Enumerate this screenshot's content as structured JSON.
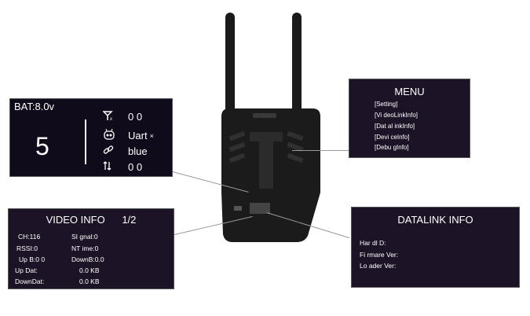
{
  "bat_panel": {
    "battery": "BAT:8.0v",
    "channel_number": "5",
    "signal_value": "0  0",
    "uart_label": "Uart",
    "uart_x": "×",
    "link_value": "blue",
    "transfer_value": "0  0"
  },
  "menu": {
    "title": "MENU",
    "items": [
      "[Setting]",
      "[Vi deoLinkInfo]",
      "[Dat al inkInfo]",
      "[Devi ceInfo]",
      "[Debu gInfo]"
    ]
  },
  "video_info": {
    "title": "VIDEO INFO",
    "page": "1/2",
    "ch": "CH:116",
    "signal": "SI  gnal:0",
    "rssi": "RSSI:0",
    "nt_time": "NT ime:0",
    "up_b": "Up B:0  0",
    "down_b": "DownB:0.0",
    "up_dat": "Up Dat:",
    "up_dat_val": "0.0  KB",
    "down_dat": "DownDat:",
    "down_dat_val": "0.0  KB"
  },
  "datalink_info": {
    "title": "DATALINK INFO",
    "hardware": "Har dl D:",
    "firmware": "Fi rmare Ver:",
    "loader": "Lo ader Ver:"
  },
  "colors": {
    "panel_bg": "#1c1326",
    "device": "#1a1a1a"
  }
}
